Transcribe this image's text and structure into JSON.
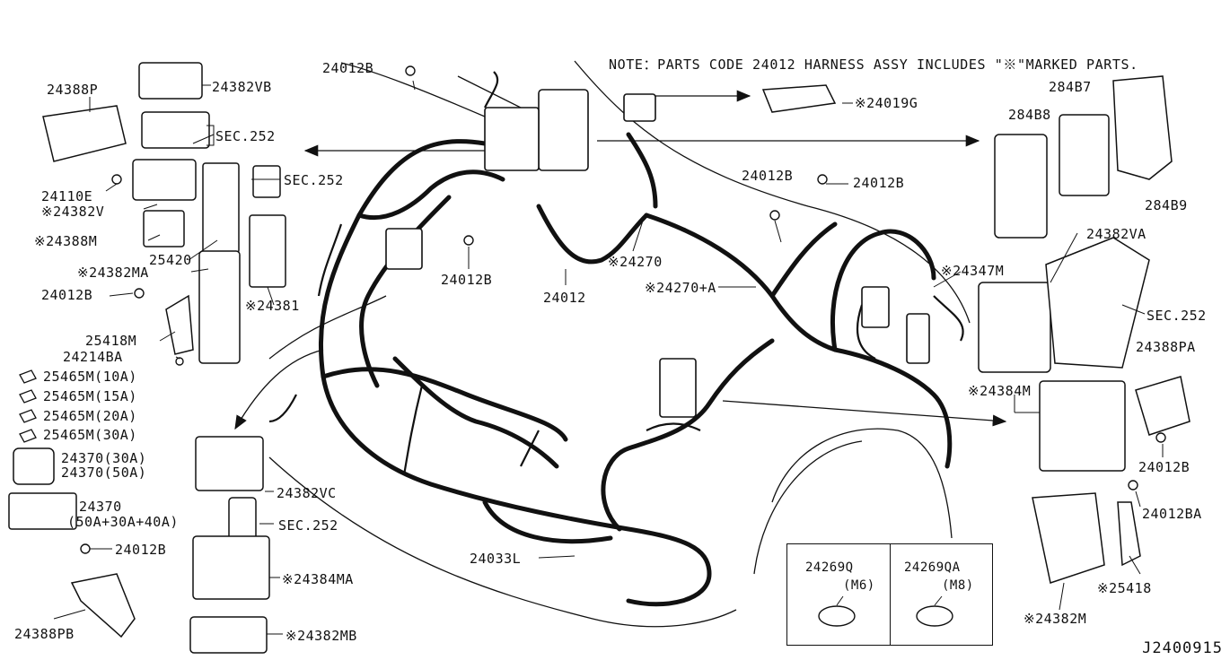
{
  "note": "NOTE：PARTS CODE 24012 HARNESS ASSY INCLUDES \"※\"MARKED PARTS.",
  "diagram_code": "J2400915",
  "labels": {
    "p24388P": "24388P",
    "p24382VB": "24382VB",
    "sec252_a": "SEC.252",
    "sec252_b": "SEC.252",
    "p24110E": "24110E",
    "p24382V": "※24382V",
    "p24388M": "※24388M",
    "p25420": "25420",
    "p24382MA": "※24382MA",
    "p24381": "※24381",
    "p24012B_left": "24012B",
    "p25418M": "25418M",
    "p24214BA": "24214BA",
    "f10": "25465M(10A)",
    "f15": "25465M(15A)",
    "f20": "25465M(20A)",
    "f30": "25465M(30A)",
    "r30": "24370(30A)",
    "r50": "24370(50A)",
    "p24370": "24370",
    "p24370sub": "(50A+30A+40A)",
    "p24012B_lower": "24012B",
    "p24388PB": "24388PB",
    "p24382VC": "24382VC",
    "sec252_c": "SEC.252",
    "p24384MA": "※24384MA",
    "p24382MB": "※24382MB",
    "p24012B_top": "24012B",
    "p24012B_mid": "24012B",
    "p24012": "24012",
    "p24270": "※24270",
    "p24270A": "※24270+A",
    "p24019G": "※24019G",
    "p24012B_r1": "24012B",
    "p24012B_r2": "24012B",
    "p24033L": "24033L",
    "p284B8": "284B8",
    "p284B7": "284B7",
    "p284B9": "284B9",
    "p24382VA": "24382VA",
    "p24347M": "※24347M",
    "sec252_d": "SEC.252",
    "p24388PA": "24388PA",
    "p24384M": "※24384M",
    "p24012B_r3": "24012B",
    "p24012BA": "24012BA",
    "p25418": "※25418",
    "p24382M": "※24382M"
  },
  "legend": {
    "left_code": "24269Q",
    "left_size": "(M6)",
    "right_code": "24269QA",
    "right_size": "(M8)"
  }
}
